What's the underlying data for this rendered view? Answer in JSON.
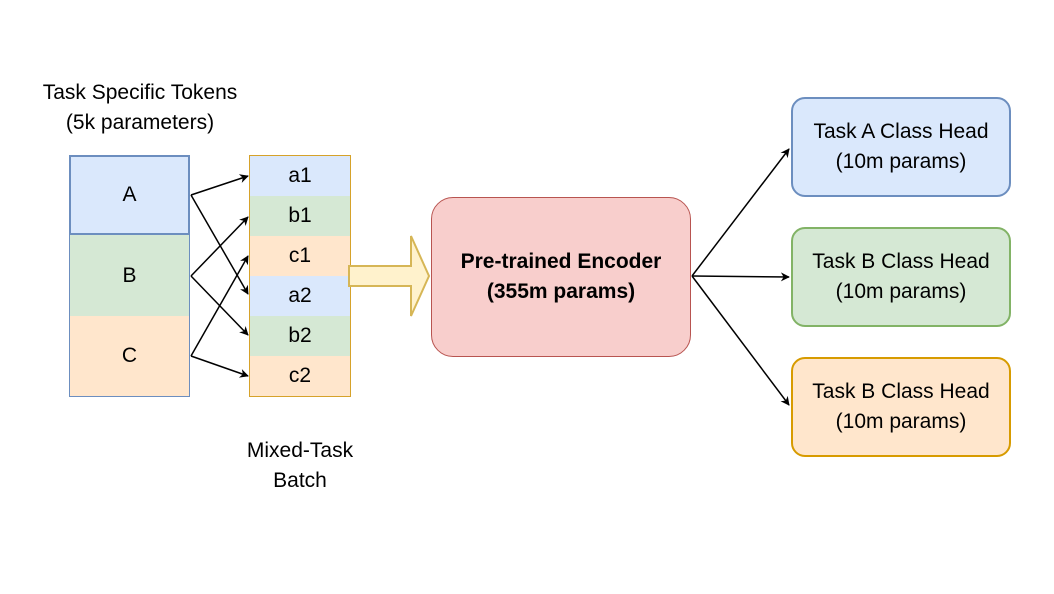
{
  "tokens": {
    "title_line1": "Task Specific Tokens",
    "title_line2": "(5k parameters)",
    "items": [
      {
        "label": "A",
        "fill": "#dae8fc"
      },
      {
        "label": "B",
        "fill": "#d5e8d4"
      },
      {
        "label": "C",
        "fill": "#ffe6cc"
      }
    ],
    "border_color": "#6c8ebf"
  },
  "batch": {
    "caption_line1": "Mixed-Task",
    "caption_line2": "Batch",
    "items": [
      {
        "label": "a1",
        "fill": "#dae8fc"
      },
      {
        "label": "b1",
        "fill": "#d5e8d4"
      },
      {
        "label": "c1",
        "fill": "#ffe6cc"
      },
      {
        "label": "a2",
        "fill": "#dae8fc"
      },
      {
        "label": "b2",
        "fill": "#d5e8d4"
      },
      {
        "label": "c2",
        "fill": "#ffe6cc"
      }
    ],
    "border_color": "#d6a22a"
  },
  "encoder": {
    "line1": "Pre-trained Encoder",
    "line2": "(355m params)",
    "fill": "#f8cecc",
    "border": "#b85450"
  },
  "heads": [
    {
      "line1": "Task A Class Head",
      "line2": "(10m params)",
      "fill": "#dae8fc",
      "border": "#6c8ebf"
    },
    {
      "line1": "Task B Class Head",
      "line2": "(10m params)",
      "fill": "#d5e8d4",
      "border": "#82b366"
    },
    {
      "line1": "Task B Class Head",
      "line2": "(10m params)",
      "fill": "#ffe6cc",
      "border": "#d79b00"
    }
  ],
  "colors": {
    "big_arrow_fill": "#fff2cc",
    "big_arrow_stroke": "#d6b656"
  }
}
